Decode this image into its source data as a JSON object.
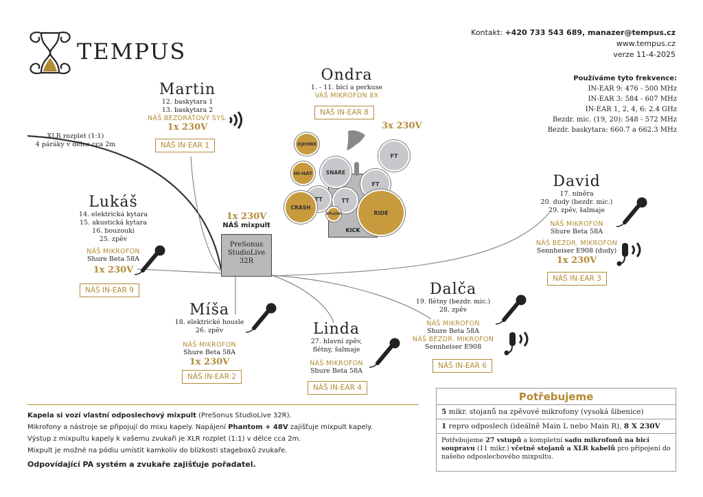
{
  "brand": {
    "name": "TEMPUS"
  },
  "contact": {
    "prefix": "Kontakt:",
    "phone_email": "+420 733 543 689, manazer@tempus.cz",
    "web": "www.tempus.cz",
    "version": "verze 11-4-2025"
  },
  "frequencies": {
    "title": "Používáme tyto frekvence:",
    "items": [
      "IN-EAR 9: 476 - 500 MHz",
      "IN-EAR 3: 584 - 607 MHz",
      "IN-EAR 1, 2, 4, 6: 2.4 GHz",
      "Bezdr. mic. (19, 20): 548 - 572 MHz",
      "Bezdr. baskytara: 660.7 a 662.3 MHz"
    ]
  },
  "xlr": {
    "line1": "XLR rozplet (1:1)",
    "line2": "4 páráky v délce cca 2m"
  },
  "mixer": {
    "power": "1x 230V",
    "label": "NÁŠ mixpult",
    "line1": "PreSonus",
    "line2": "StudioLive",
    "line3": "32R"
  },
  "martin": {
    "name": "Martin",
    "ch1": "12. baskytara 1",
    "ch2": "13. baskytara 2",
    "wireless": "NÁŠ BEZDRÁTOVÝ SYS.",
    "power": "1x 230V",
    "inear": "NÁŠ IN-EAR 1"
  },
  "ondra": {
    "name": "Ondra",
    "ch": "1. - 11. bicí a perkuse",
    "mics": "VÁŠ MIKROFON 8X",
    "inear": "NÁŠ IN-EAR 8",
    "power": "3x 230V",
    "drums": {
      "djembe": "DJEMBE",
      "hihat": "HI-HAT",
      "snare": "SNARE",
      "ft1": "FT",
      "ft2": "FT",
      "tt1": "TT",
      "tt2": "TT",
      "crash": "CRASH",
      "splash": "SPLASH",
      "ride": "RIDE",
      "kick": "KICK"
    }
  },
  "lukas": {
    "name": "Lukáš",
    "ch1": "14. elektrická kytara",
    "ch2": "15. akustická kytara",
    "ch3": "16. bouzouki",
    "ch4": "25. zpěv",
    "mic": "NÁŠ MIKROFON",
    "mic_model": "Shure Beta 58A",
    "power": "1x 230V",
    "inear": "NÁŠ IN-EAR 9"
  },
  "david": {
    "name": "David",
    "ch1": "17. niněra",
    "ch2": "20. dudy (bezdr. mic.)",
    "ch3": "29. zpěv, šalmaje",
    "mic": "NÁŠ MIKROFON",
    "mic_model": "Shure Beta 58A",
    "wmic": "NÁŠ BEZDR. MIKROFON",
    "wmic_model": "Sennheiser E908 (dudy)",
    "power": "1x 230V",
    "inear": "NÁŠ IN-EAR 3"
  },
  "misa": {
    "name": "Míša",
    "ch1": "18. elektrické housle",
    "ch2": "26. zpěv",
    "mic": "NÁŠ MIKROFON",
    "mic_model": "Shure Beta 58A",
    "power": "1x 230V",
    "inear": "NÁŠ IN-EAR 2"
  },
  "linda": {
    "name": "Linda",
    "ch1": "27. hlavní zpěv,",
    "ch2": "flétny, šalmaje",
    "mic": "NÁŠ MIKROFON",
    "mic_model": "Shure Beta 58A",
    "inear": "NÁŠ IN-EAR 4"
  },
  "dalca": {
    "name": "Dalča",
    "ch1": "19. flétny (bezdr. mic.)",
    "ch2": "28. zpěv",
    "mic": "NÁŠ MIKROFON",
    "mic_model": "Shure Beta 58A",
    "wmic": "NÁŠ BEZDR. MIKROFON",
    "wmic_model": "Sennheiser E908",
    "inear": "NÁŠ IN-EAR 6"
  },
  "footer": {
    "p1_bold": "Kapela si vozí vlastní odposlechový mixpult",
    "p1_rest": " (PreSonus StudioLive 32R).",
    "p2_a": "Mikrofony a nástroje se připojují do mixu kapely. Napájení ",
    "p2_bold": "Phantom + 48V",
    "p2_b": " zajišťuje mixpult kapely.",
    "p3": "Výstup z mixpultu kapely k vašemu zvukaři je XLR rozplet (1:1) v délce cca 2m.",
    "p4": "Mixpult je možné na pódiu umístit kamkoliv do blízkosti stageboxů zvukaře.",
    "p5": "Odpovídající PA systém a zvukaře zajišťuje pořadatel."
  },
  "needs": {
    "title": "Potřebujeme",
    "r1_bold": "5",
    "r1_rest": " mikr. stojanů na zpěvové mikrofony (vysoká šibenice)",
    "r2_bold": "1",
    "r2_rest": " repro odposlech (ideálně Main L nebo Main R), ",
    "r2_bold2": "8 X 230V",
    "r3_a": "Potřebujeme ",
    "r3_b1": "27 vstupů",
    "r3_c": " a kompletní ",
    "r3_b2": "sadu mikrofonů na bicí soupravu",
    "r3_d": " (11 mikr.) ",
    "r3_b3": "včetně stojanů a XLR kabelů",
    "r3_e": " pro připojení do našeho odposlechového mixpultu."
  }
}
